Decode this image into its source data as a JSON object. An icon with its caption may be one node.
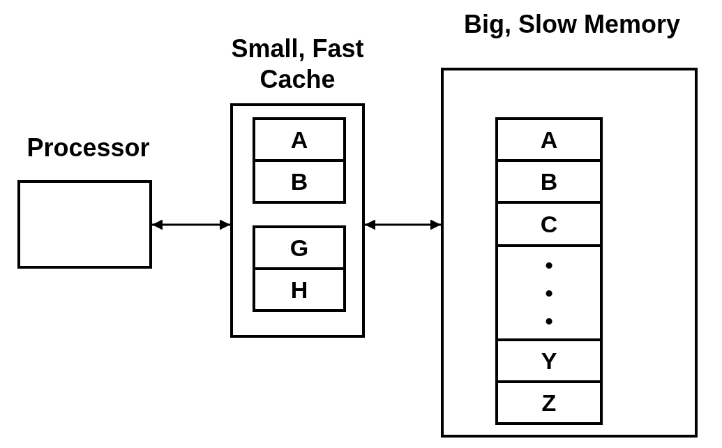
{
  "diagram": {
    "nodes": [
      {
        "text": [
          "Processor"
        ]
      },
      {
        "text": [
          "Small, Fast Cache"
        ]
      },
      {
        "text": [
          "A"
        ],
        "in": 1
      },
      {
        "text": [
          "B"
        ],
        "in": 1
      },
      {
        "text": [
          "G"
        ],
        "in": 1
      },
      {
        "text": [
          "H"
        ],
        "in": 1
      },
      {
        "text": [
          "Big, Slow Memory"
        ]
      },
      {
        "text": [
          "A"
        ],
        "in": 6
      },
      {
        "text": [
          "B"
        ],
        "in": 6
      },
      {
        "text": [
          "C"
        ],
        "in": 6
      },
      {
        "text": [
          "• • •"
        ],
        "in": 6
      },
      {
        "text": [
          "Y"
        ],
        "in": 6
      },
      {
        "text": [
          "Z"
        ],
        "in": 6
      }
    ],
    "edges": [
      {
        "from": 0,
        "to": 1,
        "arrow": "both"
      },
      {
        "from": 1,
        "to": 6,
        "arrow": "both"
      }
    ]
  }
}
